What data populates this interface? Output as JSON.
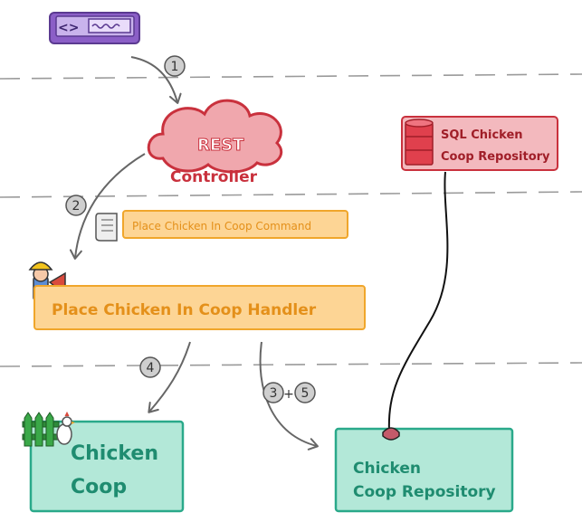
{
  "steps": {
    "s1": "1",
    "s2": "2",
    "s4": "4",
    "s3": "3",
    "plus": "+",
    "s5": "5"
  },
  "rest": {
    "title": "REST",
    "subtitle": "Controller"
  },
  "sql_repo": {
    "line1": "SQL Chicken",
    "line2": "Coop Repository"
  },
  "command": {
    "label": "Place Chicken In Coop Command"
  },
  "handler": {
    "label": "Place Chicken In Coop Handler"
  },
  "coop": {
    "line1": "Chicken",
    "line2": "Coop"
  },
  "repo": {
    "line1": "Chicken",
    "line2": "Coop Repository"
  },
  "colors": {
    "purple": "#8b5fc7",
    "rest_red": "#c9313d",
    "orange": "#f0a62b",
    "teal": "#2aa98a",
    "grey": "#666666"
  },
  "icons": {
    "code": "code-window-icon",
    "cloud": "cloud-icon",
    "database": "database-icon",
    "scroll": "scroll-icon",
    "worker": "worker-megaphone-icon",
    "fence": "fence-chicken-icon",
    "plug": "plug-icon"
  }
}
